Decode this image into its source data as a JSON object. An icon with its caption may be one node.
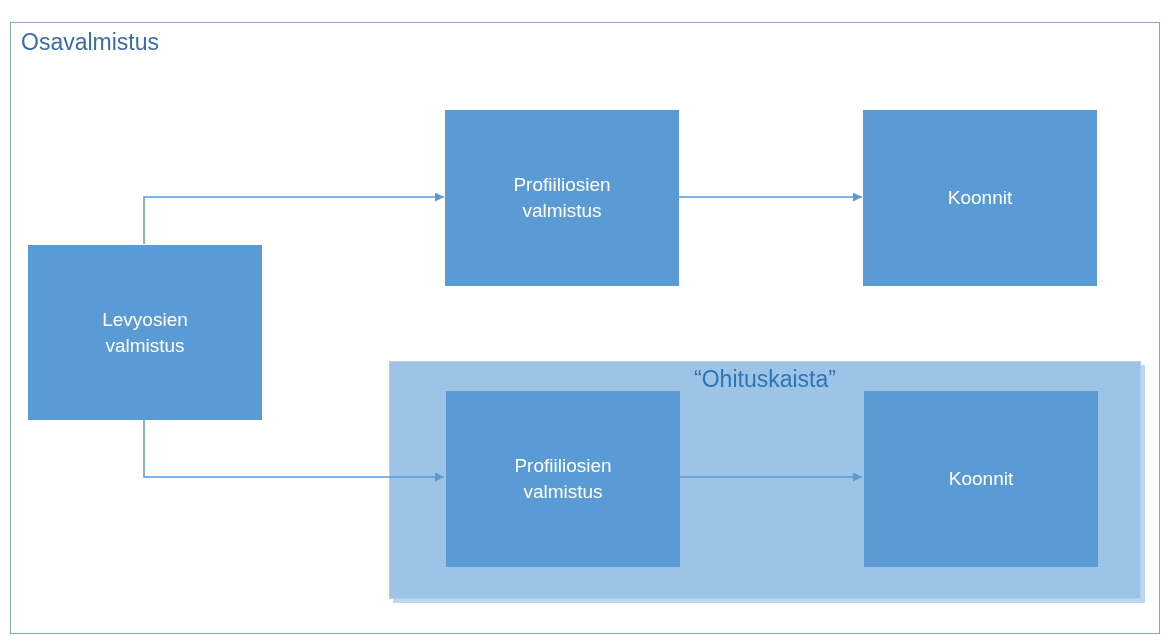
{
  "diagram": {
    "nodes": [
      {
        "text": [
          "Osavalmistus"
        ]
      },
      {
        "text": [
          "Levyosien valmistus"
        ],
        "in": 0
      },
      {
        "text": [
          "Profiiliosien valmistus"
        ],
        "in": 0
      },
      {
        "text": [
          "Koonnit"
        ],
        "in": 0
      },
      {
        "text": [
          "“Ohituskaista”"
        ],
        "in": 0
      },
      {
        "text": [
          "Profiiliosien valmistus"
        ],
        "in": 4
      },
      {
        "text": [
          "Koonnit"
        ],
        "in": 4
      }
    ],
    "edges": [
      {
        "from": 1,
        "to": 2,
        "arrow": "to"
      },
      {
        "from": 2,
        "to": 3,
        "arrow": "to"
      },
      {
        "from": 1,
        "to": 5,
        "arrow": "to"
      },
      {
        "from": 5,
        "to": 6,
        "arrow": "to"
      }
    ]
  }
}
